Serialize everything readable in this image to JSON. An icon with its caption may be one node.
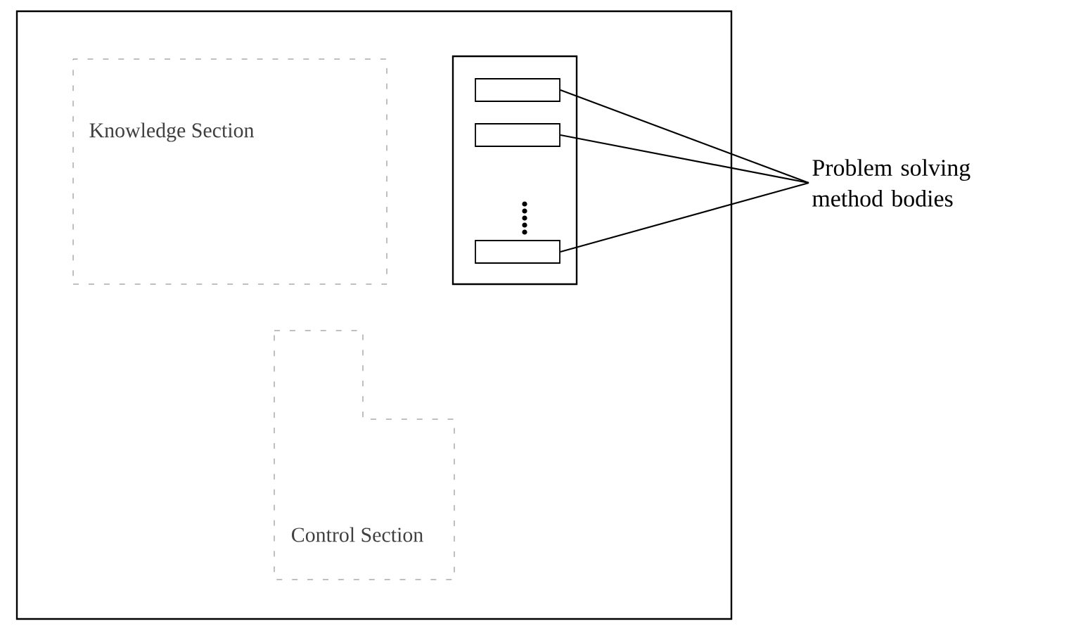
{
  "diagram": {
    "nodes": [
      {
        "text": [],
        "shape": "box"
      },
      {
        "text": [
          "Knowledge Section"
        ],
        "in": 0
      },
      {
        "text": [
          "Control Section"
        ],
        "in": 0
      },
      {
        "text": [],
        "shape": "box",
        "in": 0
      },
      {
        "text": [],
        "shape": "bar",
        "in": 3
      },
      {
        "text": [],
        "shape": "bar",
        "in": 3
      },
      {
        "text": [],
        "shape": "bar",
        "in": 3
      },
      {
        "text": [
          "Problem solving method bodies"
        ]
      }
    ],
    "edges": [
      {
        "from": 7,
        "to": 4,
        "arrow": "none"
      },
      {
        "from": 7,
        "to": 5,
        "arrow": "none"
      },
      {
        "from": 7,
        "to": 6,
        "arrow": "none"
      }
    ]
  }
}
